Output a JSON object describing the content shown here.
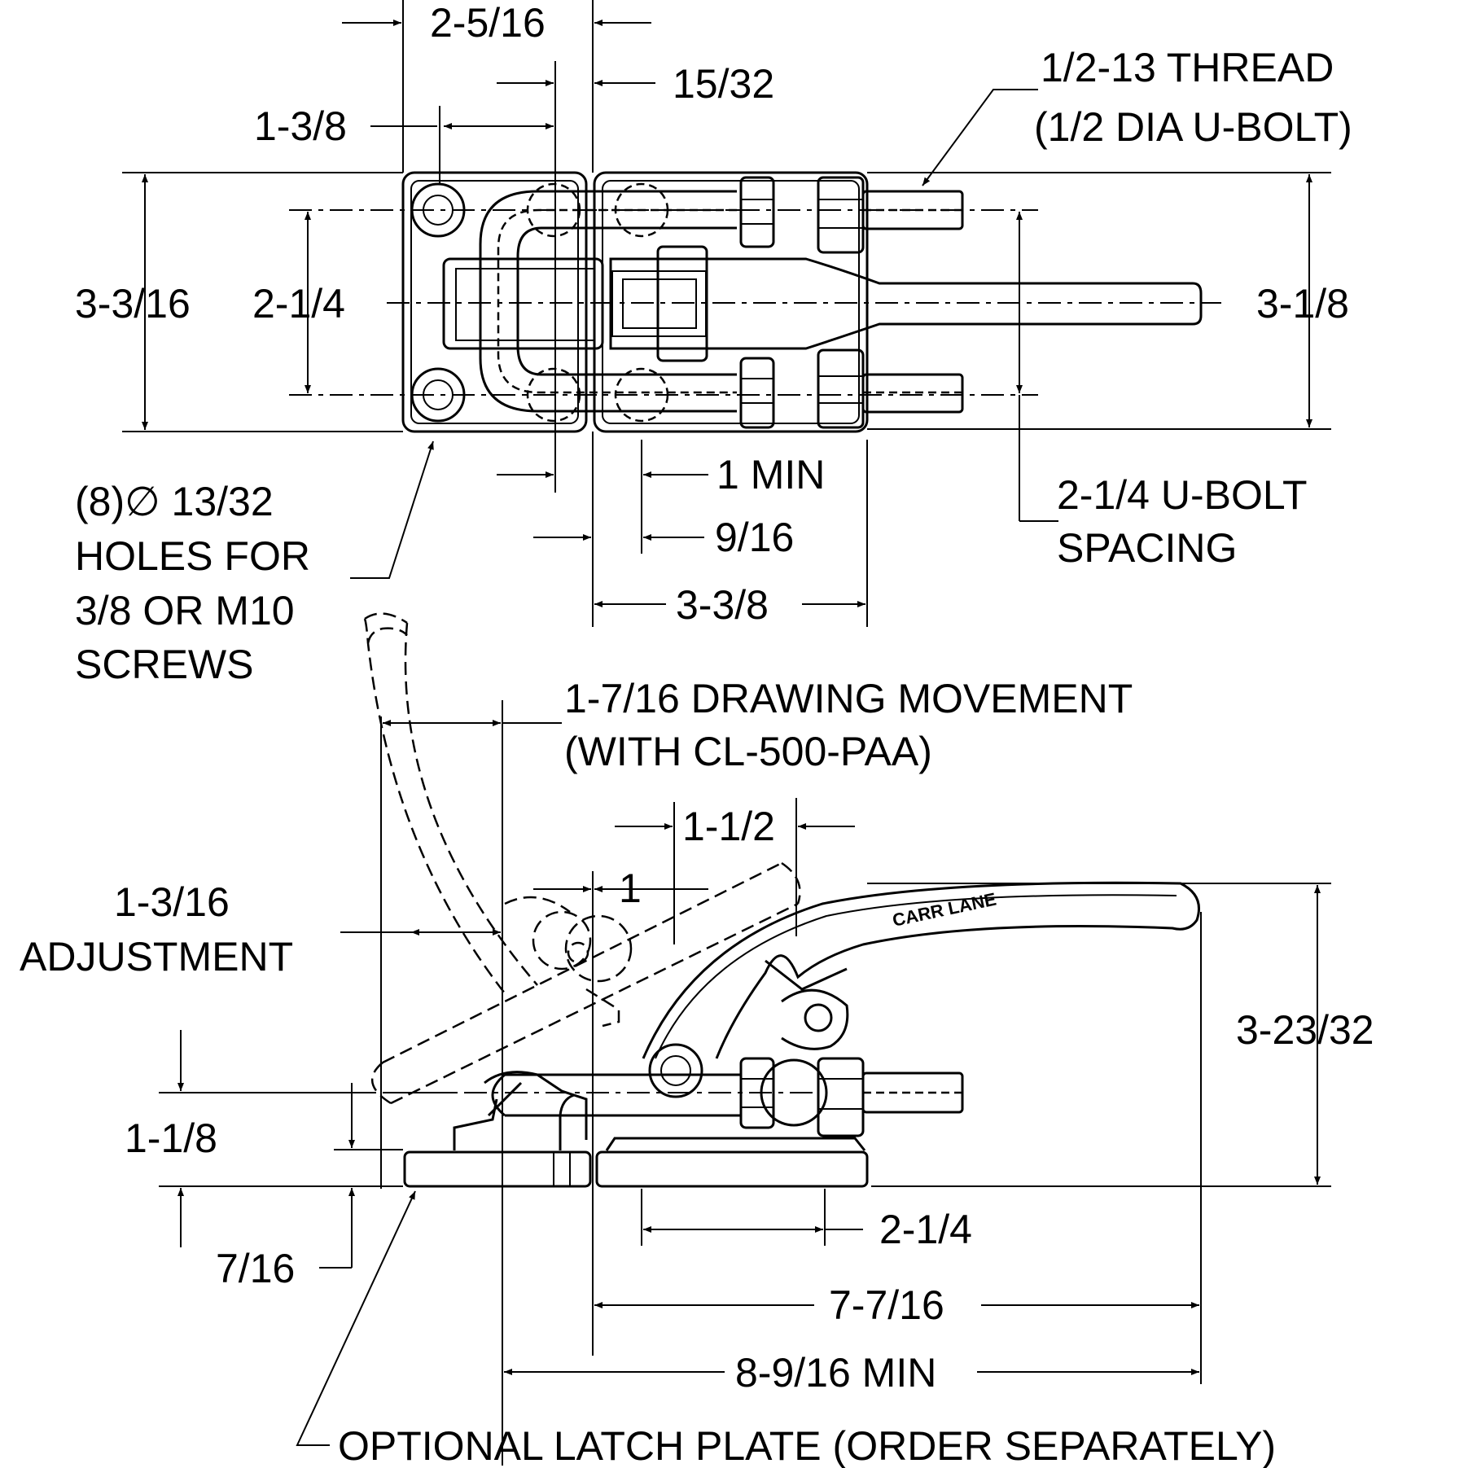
{
  "dimensions": {
    "top_2_5_16": "2-5/16",
    "top_15_32": "15/32",
    "top_1_3_8": "1-3/8",
    "left_3_3_16": "3-3/16",
    "left_2_1_4": "2-1/4",
    "right_3_1_8": "3-1/8",
    "mid_1_min": "1 MIN",
    "mid_9_16": "9/16",
    "mid_3_3_8": "3-3/8",
    "side_1_1_2": "1-1/2",
    "side_1": "1",
    "side_3_23_32": "3-23/32",
    "side_1_1_8": "1-1/8",
    "side_7_16": "7/16",
    "bottom_2_1_4": "2-1/4",
    "bottom_7_7_16": "7-7/16",
    "bottom_8_9_16": "8-9/16 MIN"
  },
  "notes": {
    "thread_line1": "1/2-13 THREAD",
    "thread_line2": "(1/2 DIA U-BOLT)",
    "ubolt_line1": "2-1/4 U-BOLT",
    "ubolt_line2": "SPACING",
    "holes_line1": "(8)∅ 13/32",
    "holes_line2": "HOLES FOR",
    "holes_line3": "3/8 OR M10",
    "holes_line4": "SCREWS",
    "drawing_line1": "1-7/16 DRAWING MOVEMENT",
    "drawing_line2": "(WITH CL-500-PAA)",
    "adjust_line1": "1-3/16",
    "adjust_line2": "ADJUSTMENT",
    "latch_plate": "OPTIONAL LATCH PLATE (ORDER SEPARATELY)"
  },
  "branding": {
    "logo_text": "CARR LANE"
  }
}
